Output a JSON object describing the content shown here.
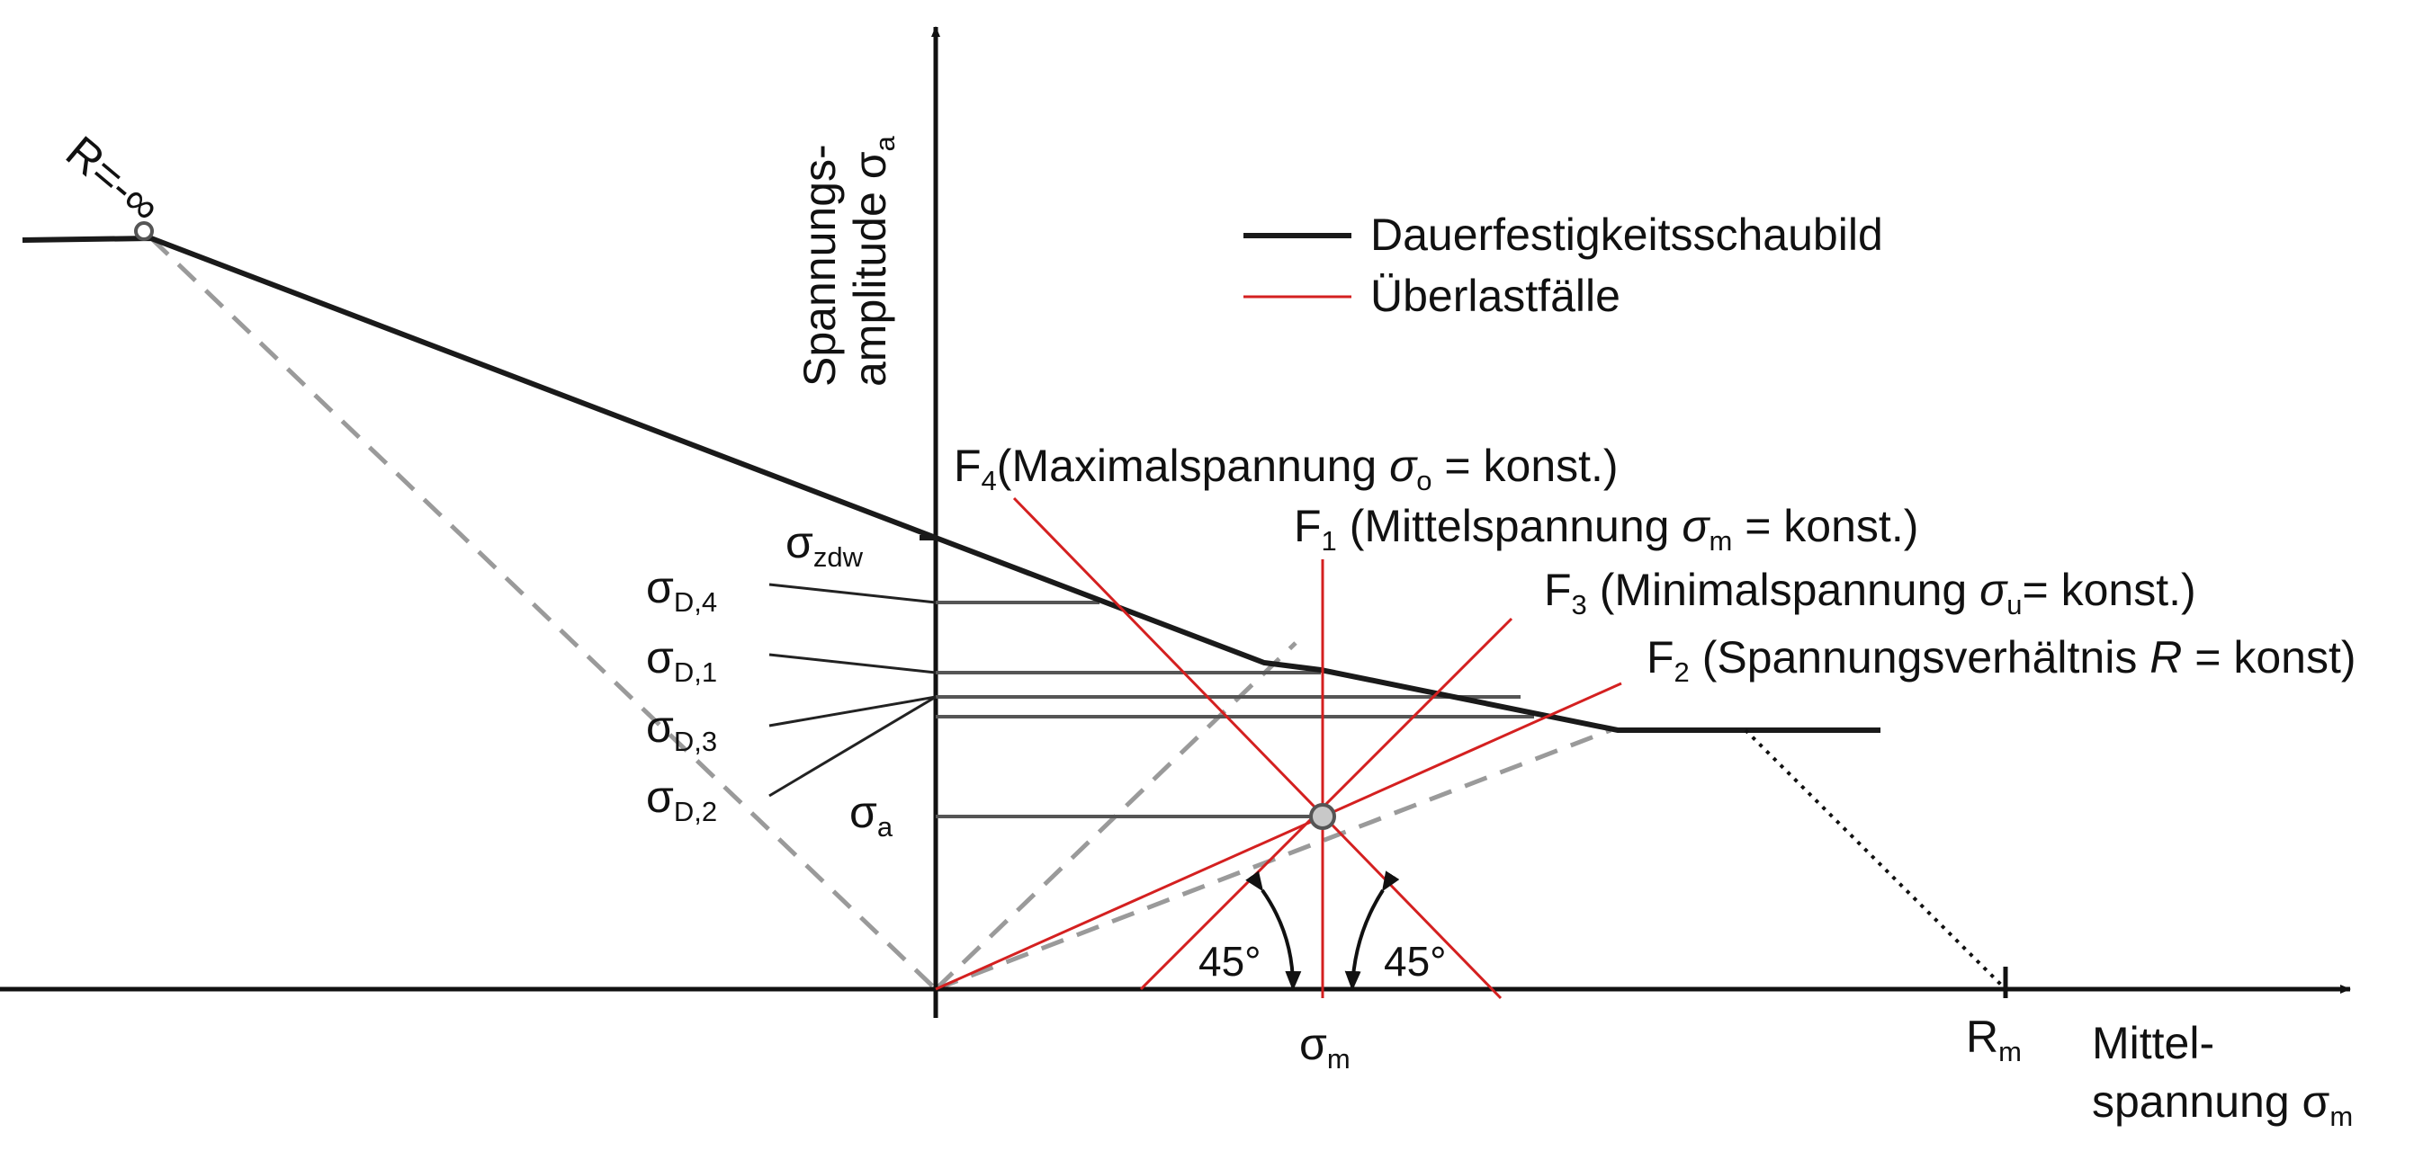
{
  "colors": {
    "schaubild": "#1a1a1a",
    "ueberlast": "#d42020",
    "hilfslinie": "#9a9a9a",
    "achse": "#111111",
    "punkt_fill": "#c8c8c8"
  },
  "legend": {
    "schaubild": "Dauerfestigkeitsschaubild",
    "ueberlast": "Überlastfälle"
  },
  "axes": {
    "y_label_line1": "Spannungs-",
    "y_label_line2_text": "amplitude σ",
    "y_label_line2_sub": "a",
    "x_label_line1": "Mittel-",
    "x_label_line2_text": "spannung σ",
    "x_label_line2_sub": "m"
  },
  "points": {
    "r_label": "R=-∞",
    "rm_text": "R",
    "rm_sub": "m",
    "sm_text": "σ",
    "sm_sub": "m",
    "sa_text": "σ",
    "sa_sub": "a",
    "szdw_text": "σ",
    "szdw_sub": "zdw"
  },
  "sigma_d": [
    {
      "text": "σ",
      "sub": "D,4"
    },
    {
      "text": "σ",
      "sub": "D,1"
    },
    {
      "text": "σ",
      "sub": "D,3"
    },
    {
      "text": "σ",
      "sub": "D,2"
    }
  ],
  "cases": {
    "f4": {
      "letter": "F",
      "sub": "4",
      "a": "(Maximalspannung ",
      "sym": "σ",
      "symsub": "o",
      "b": " = konst.)"
    },
    "f1": {
      "letter": "F",
      "sub": "1",
      "a": " (Mittelspannung ",
      "sym": "σ",
      "symsub": "m",
      "b": " = konst.)"
    },
    "f3": {
      "letter": "F",
      "sub": "3",
      "a": " (Minimalspannung ",
      "sym": "σ",
      "symsub": "u",
      "b": "= konst.)"
    },
    "f2": {
      "letter": "F",
      "sub": "2",
      "a": " (Spannungsverhältnis ",
      "sym": "R",
      "symsub": "",
      "b": " = konst)"
    }
  },
  "angles": {
    "left": "45°",
    "right": "45°"
  }
}
